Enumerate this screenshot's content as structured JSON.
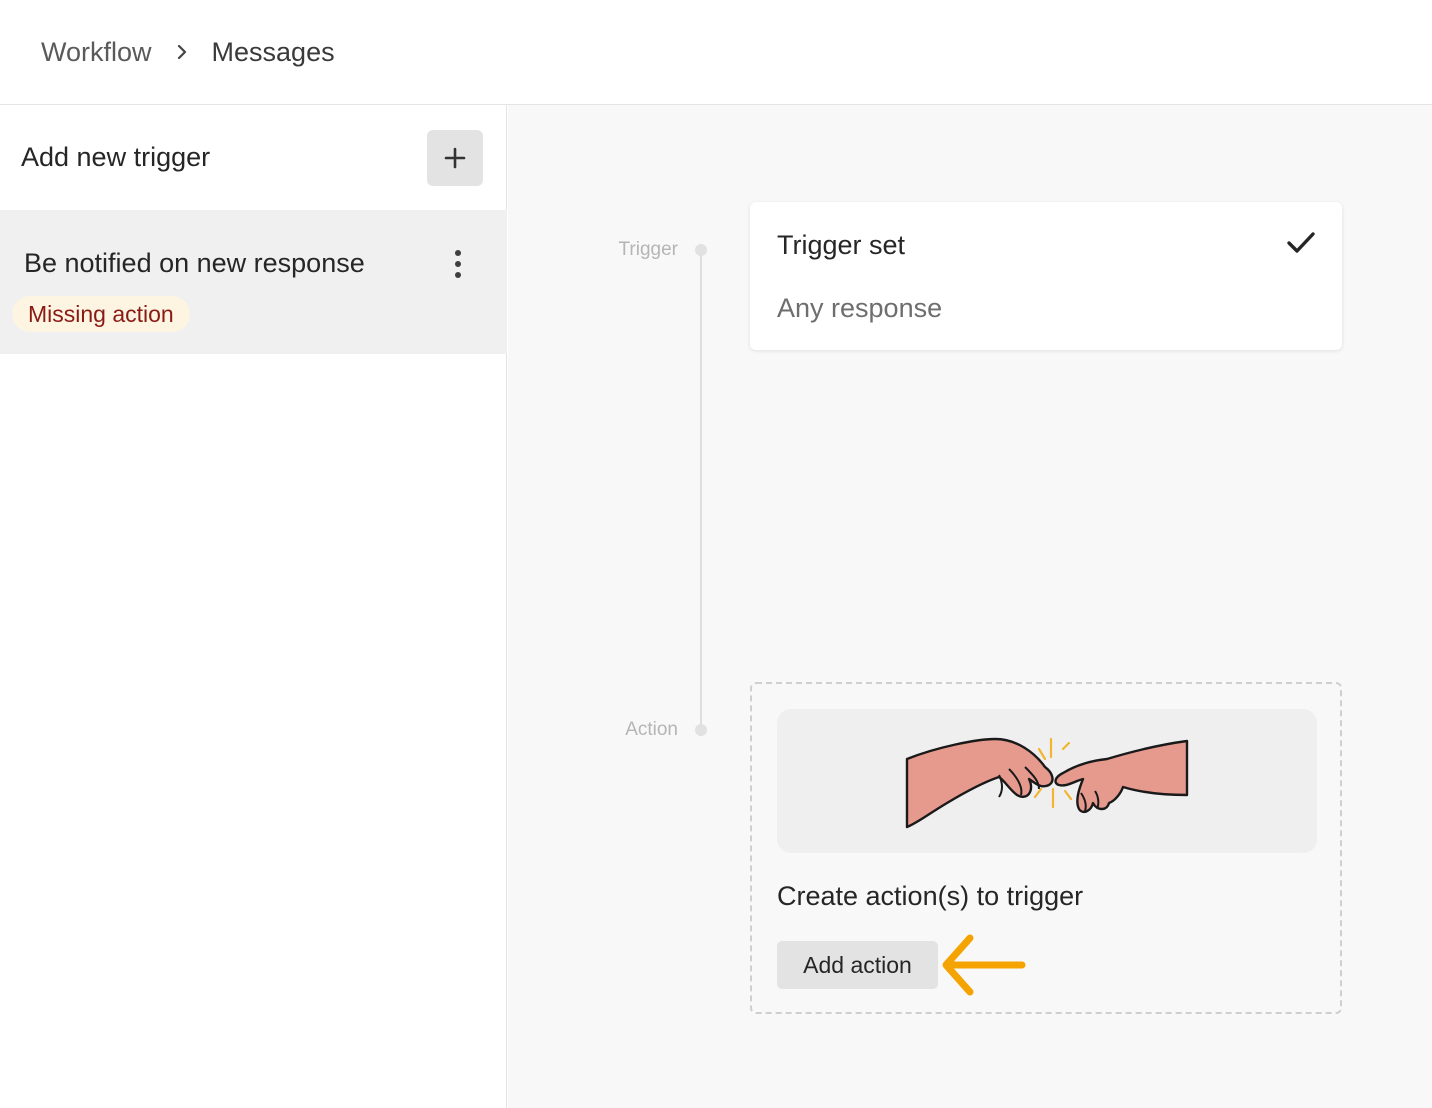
{
  "breadcrumb": {
    "items": [
      "Workflow",
      "Messages"
    ],
    "separator_icon": "chevron-right-icon"
  },
  "sidebar": {
    "title": "Add new trigger",
    "add_icon": "plus-icon",
    "triggers": [
      {
        "name": "Be notified on new response",
        "status": "Missing action",
        "menu_icon": "kebab-menu-icon"
      }
    ]
  },
  "timeline": {
    "trigger_label": "Trigger",
    "action_label": "Action"
  },
  "trigger_card": {
    "title": "Trigger set",
    "value": "Any response",
    "status_icon": "checkmark-icon"
  },
  "action_card": {
    "illustration": "reaching-hands-illustration",
    "title": "Create action(s) to trigger",
    "button_label": "Add action"
  },
  "annotation": {
    "icon": "arrow-left-icon",
    "color": "#f5a300"
  },
  "colors": {
    "badge_bg": "#fdf5e1",
    "badge_text": "#8a1a14",
    "canvas_bg": "#f8f8f8",
    "selected_item_bg": "#f0f0f0",
    "hand_fill": "#e69a8e"
  }
}
